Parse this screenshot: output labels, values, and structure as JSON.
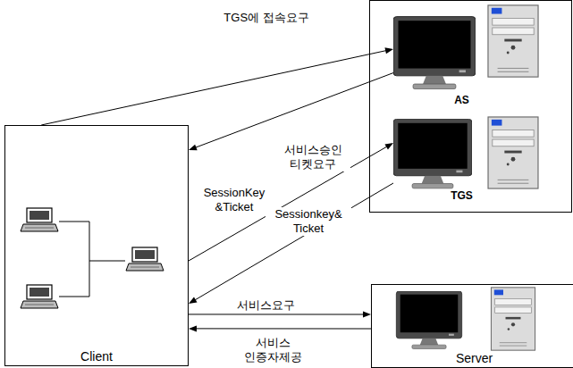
{
  "diagram": {
    "nodes": [
      {
        "text": [
          "AS"
        ]
      },
      {
        "text": [
          "TGS"
        ]
      },
      {
        "text": [
          "Client"
        ]
      },
      {
        "text": [
          "Server"
        ]
      }
    ],
    "edges": [
      {
        "from": 2,
        "to": 0,
        "arrow": "to",
        "label": "TGS에 접속요구"
      },
      {
        "from": 0,
        "to": 2,
        "arrow": "to",
        "label": "SessionKey &Ticket"
      },
      {
        "from": 2,
        "to": 1,
        "arrow": "to",
        "label": "서비스승인 티켓요구"
      },
      {
        "from": 1,
        "to": 2,
        "arrow": "to",
        "label": "Sessionkey& Ticket"
      },
      {
        "from": 2,
        "to": 3,
        "arrow": "to",
        "label": "서비스요구"
      },
      {
        "from": 3,
        "to": 2,
        "arrow": "to",
        "label": "서비스 인증자제공"
      }
    ]
  }
}
